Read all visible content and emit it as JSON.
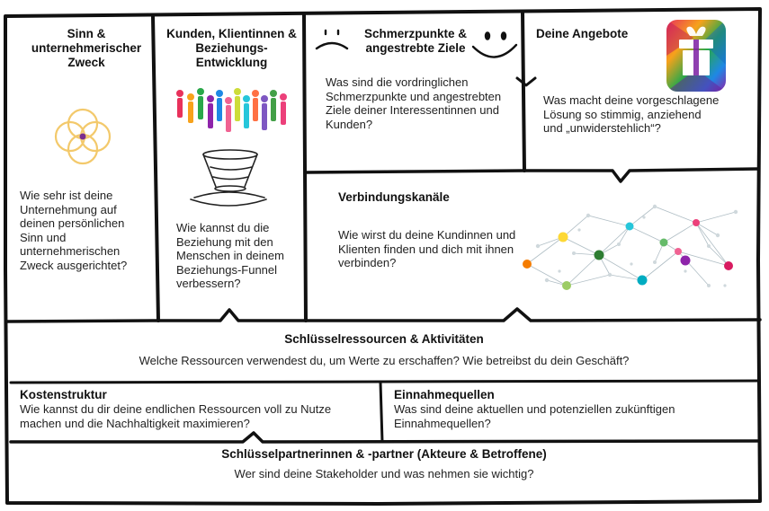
{
  "canvas": {
    "sections": {
      "purpose": {
        "title": "Sinn & unternehmerischer Zweck",
        "question": "Wie sehr ist deine Unternehmung auf deinen persönlichen Sinn und unternehmerischen Zweck ausgerichtet?"
      },
      "customers": {
        "title": "Kunden, Klientinnen & Beziehungs-Entwicklung",
        "question": "Wie kannst du die Beziehung mit den Menschen in deinem Beziehungs-Funnel verbessern?"
      },
      "pains": {
        "title": "Schmerzpunkte & angestrebte Ziele",
        "question": "Was sind die vordringlichen Schmerzpunkte und angestrebten Ziele deiner Interessentinnen und Kunden?"
      },
      "offers": {
        "title": "Deine Angebote",
        "question": "Was macht deine vorgeschlagene Lösung so stimmig, anziehend und „unwiderstehlich“?"
      },
      "channels": {
        "title": "Verbindungskanäle",
        "question": "Wie wirst du deine Kundinnen und Klienten finden und dich mit ihnen verbinden?"
      },
      "resources": {
        "title": "Schlüsselressourcen & Aktivitäten",
        "question": "Welche Ressourcen verwendest du, um Werte zu erschaffen? Wie betreibst du dein Geschäft?"
      },
      "costs": {
        "title": "Kostenstruktur",
        "question": "Wie kannst du dir deine endlichen Ressourcen voll zu Nutze machen und die Nachhaltigkeit maximieren?"
      },
      "revenue": {
        "title": "Einnahmequellen",
        "question": "Was sind deine aktuellen und potenziellen zukünftigen Einnahmequellen?"
      },
      "partners": {
        "title": "Schlüsselpartnerinnen & -partner (Akteure & Betroffene)",
        "question": "Wer sind deine Stakeholder und was nehmen sie wichtig?"
      }
    },
    "colors": {
      "ink": "#111111",
      "flower": "#f3c96b",
      "flower_center": "#7b2d8e",
      "icon_gradient": [
        "#e8315b",
        "#f7a21b",
        "#2aa84a",
        "#1e88e5",
        "#8e24aa"
      ]
    },
    "icons": [
      "venn-flower-icon",
      "crowd-icon",
      "funnel-icon",
      "sad-face-icon",
      "happy-face-icon",
      "gift-app-icon",
      "network-graph-icon"
    ]
  }
}
